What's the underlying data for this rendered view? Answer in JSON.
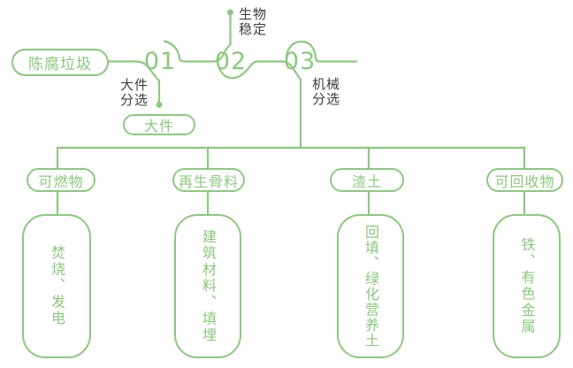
{
  "colors": {
    "green": "#8bc97d",
    "dark_text": "#3e3e3e",
    "background": "#ffffff"
  },
  "flow": {
    "source": "陈腐垃圾",
    "steps": [
      {
        "number": "01",
        "label": "大件\n分选",
        "output": "大件"
      },
      {
        "number": "02",
        "label": "生物\n稳定"
      },
      {
        "number": "03",
        "label": "机械\n分选"
      }
    ]
  },
  "branches": [
    {
      "category": "可燃物",
      "detail": "焚烧、发电"
    },
    {
      "category": "再生骨料",
      "detail": "建筑材料、填埋"
    },
    {
      "category": "渣土",
      "detail": "回填、绿化营养土"
    },
    {
      "category": "可回收物",
      "detail": "铁、有色金属"
    }
  ]
}
